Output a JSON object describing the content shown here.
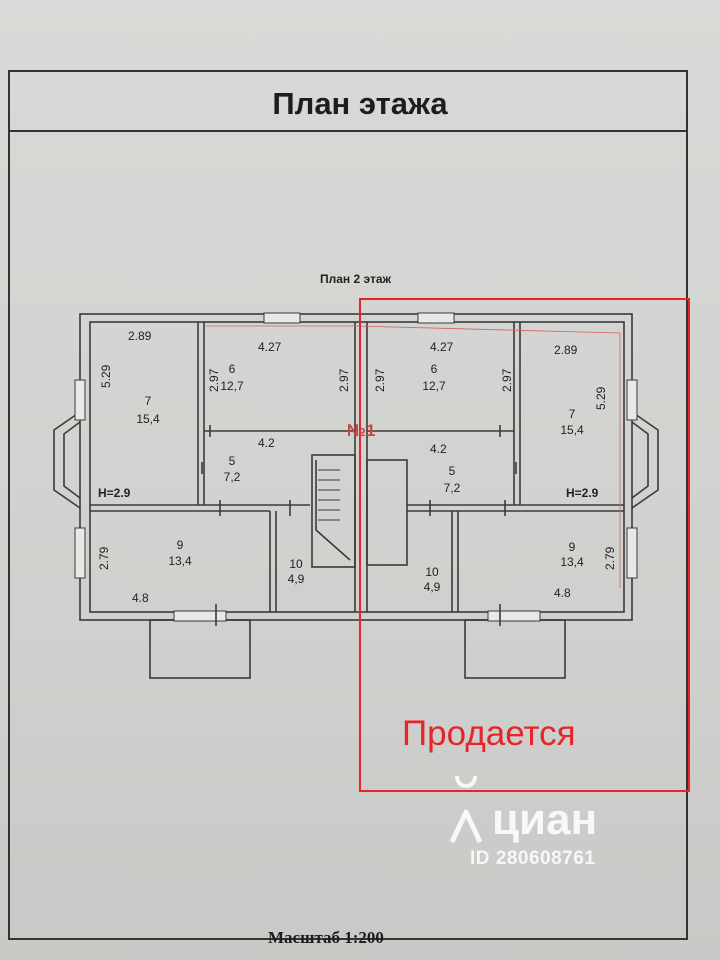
{
  "page_title": "План этажа",
  "plan_title": "План 2 этаж",
  "scale_label": "Масштаб 1:200",
  "unit_number": "№1",
  "sale_label": "Продается",
  "watermark": {
    "brand": "циан",
    "id_text": "ID 280608761"
  },
  "colors": {
    "wall": "#3a3a3a",
    "highlight_red": "#e4262a",
    "paper": "#d6d7d4"
  },
  "rooms_left": [
    {
      "number": "7",
      "area": "15,4",
      "width": "2.89",
      "depth": "5.29",
      "height": "H=2.9"
    },
    {
      "number": "6",
      "area": "12,7",
      "width": "4.27",
      "depth_left": "2.97",
      "depth_right": "2.97"
    },
    {
      "number": "5",
      "area": "7,2",
      "width": "4.2"
    },
    {
      "number": "9",
      "area": "13,4",
      "width": "4.8",
      "depth": "2.79"
    },
    {
      "number": "10",
      "area": "4,9"
    }
  ],
  "rooms_right": [
    {
      "number": "6",
      "area": "12,7",
      "width": "4.27",
      "depth_left": "2.97",
      "depth_right": "2.97"
    },
    {
      "number": "7",
      "area": "15,4",
      "width": "2.89",
      "depth": "5.29",
      "height": "H=2.9"
    },
    {
      "number": "5",
      "area": "7,2",
      "width": "4.2"
    },
    {
      "number": "10",
      "area": "4,9"
    },
    {
      "number": "9",
      "area": "13,4",
      "width": "4.8",
      "depth": "2.79"
    }
  ]
}
